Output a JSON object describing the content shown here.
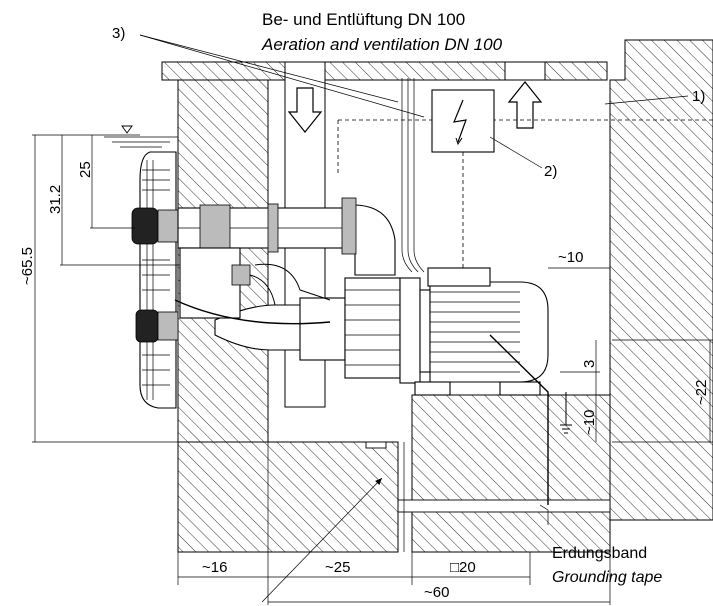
{
  "title": {
    "de": "Be- und Entlüftung DN 100",
    "en": "Aeration and ventilation DN 100"
  },
  "references": {
    "r1": "1)",
    "r2": "2)",
    "r3": "3)"
  },
  "grounding": {
    "de": "Erdungsband",
    "en": "Grounding tape"
  },
  "dimensions": {
    "d_25": "25",
    "d_31_2": "31.2",
    "d_65_5": "~65.5",
    "d_10_top": "~10",
    "d_3": "3",
    "d_10_right": "~10",
    "d_22": "~22",
    "d_16": "~16",
    "d_25_bottom": "~25",
    "d_20": "□20",
    "d_60": "~60"
  }
}
